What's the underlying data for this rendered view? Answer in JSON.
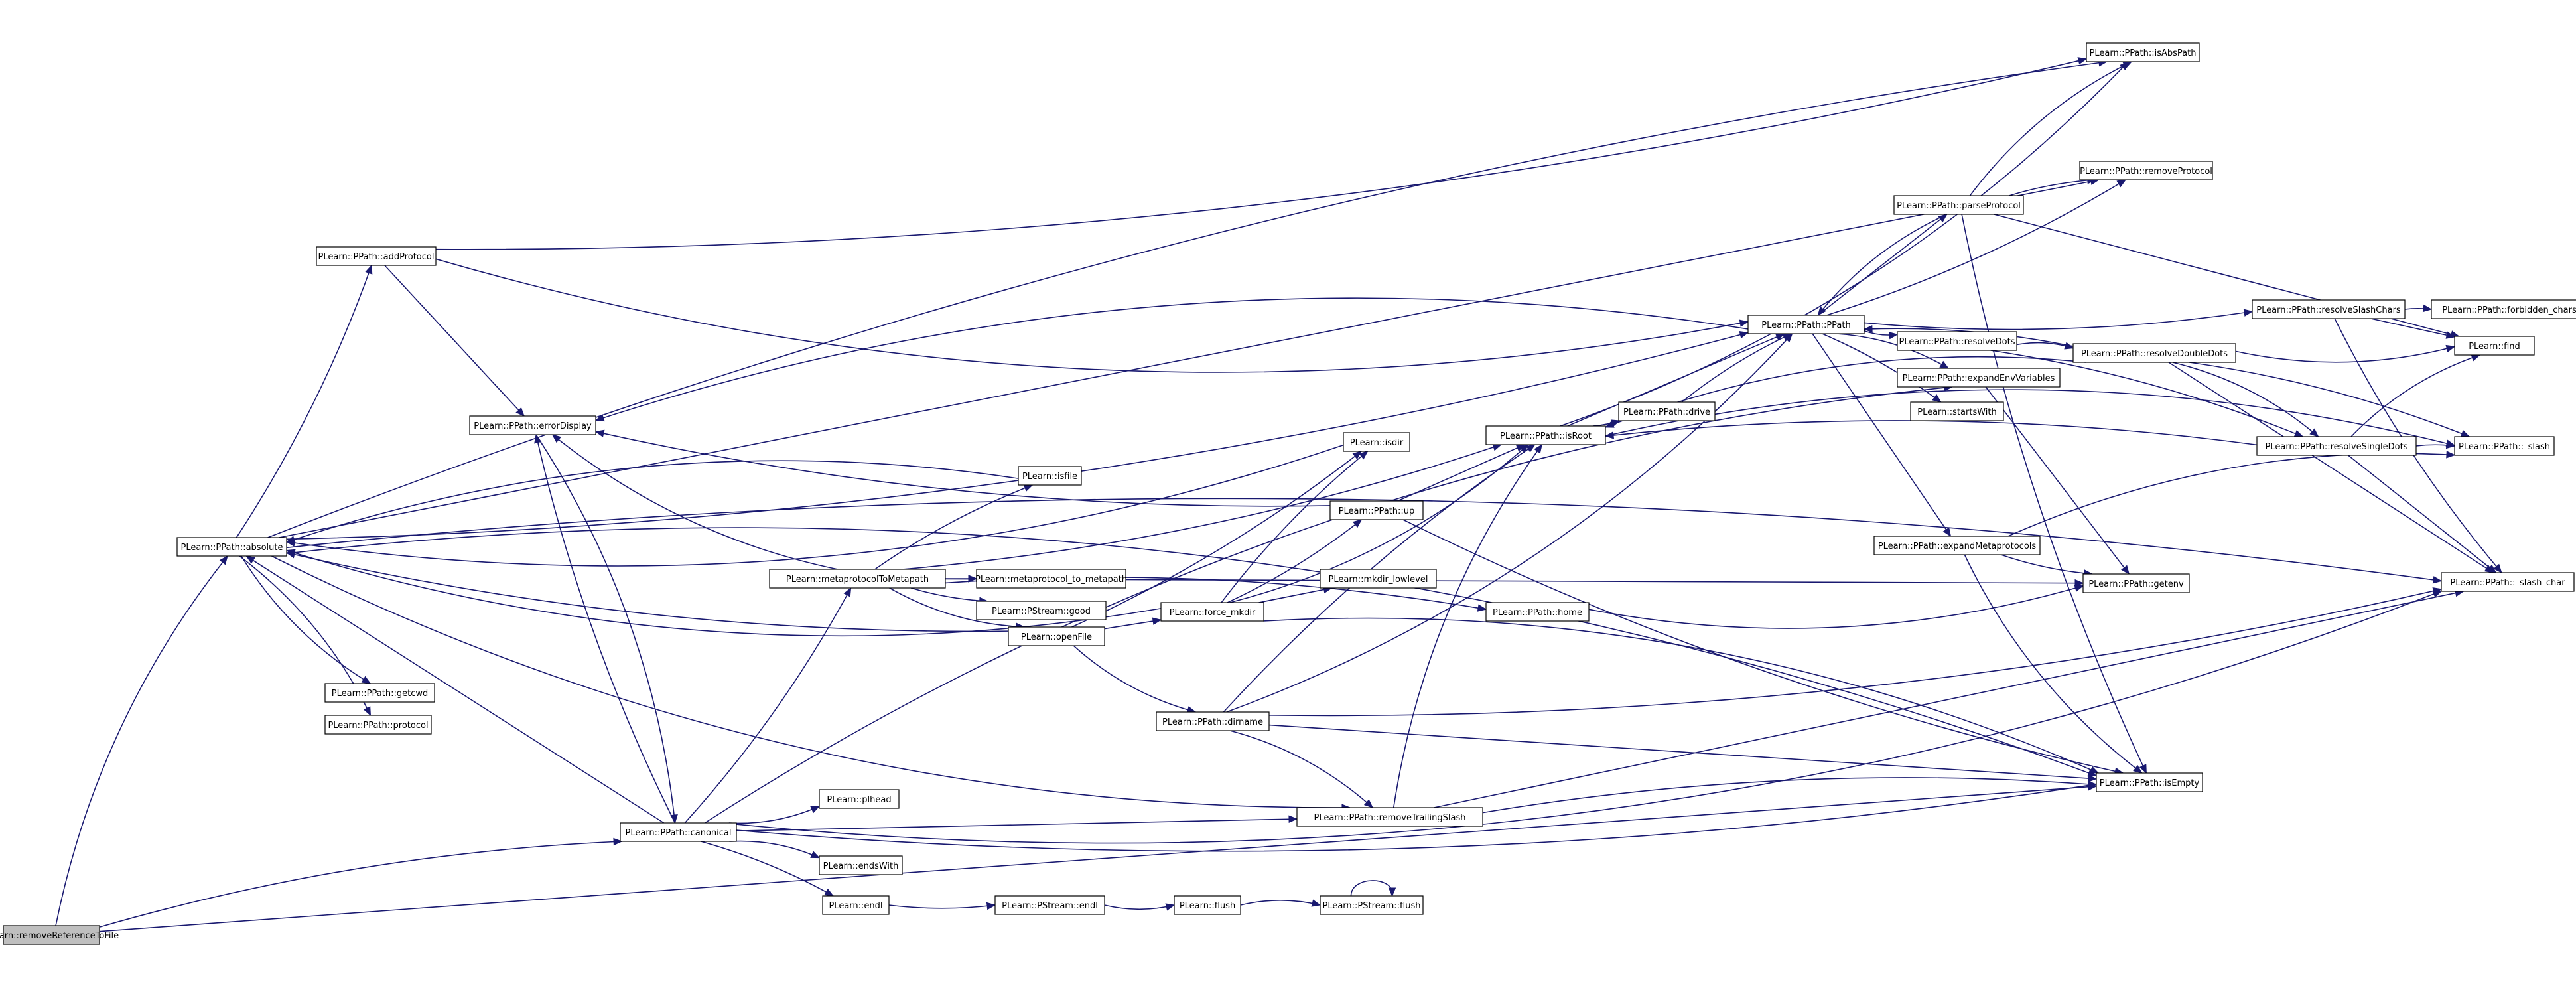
{
  "diagram": {
    "colors": {
      "edge": "#191970",
      "node_border": "#000000",
      "root_fill": "#bfbfbf",
      "node_fill": "#ffffff",
      "background": "#ffffff"
    },
    "nodes": [
      {
        "id": "removeReferenceToFile",
        "label": "PLearn::removeReferenceToFile",
        "root": true
      },
      {
        "id": "absolute",
        "label": "PLearn::PPath::absolute"
      },
      {
        "id": "addProtocol",
        "label": "PLearn::PPath::addProtocol"
      },
      {
        "id": "errorDisplay",
        "label": "PLearn::PPath::errorDisplay"
      },
      {
        "id": "getcwd",
        "label": "PLearn::PPath::getcwd"
      },
      {
        "id": "protocol",
        "label": "PLearn::PPath::protocol"
      },
      {
        "id": "canonical",
        "label": "PLearn::PPath::canonical"
      },
      {
        "id": "isfile",
        "label": "PLearn::isfile"
      },
      {
        "id": "metaprotocolToMetapath",
        "label": "PLearn::metaprotocolToMetapath"
      },
      {
        "id": "metaprotocol_to_metapath",
        "label": "PLearn::metaprotocol_to_metapath"
      },
      {
        "id": "good",
        "label": "PLearn::PStream::good"
      },
      {
        "id": "openFile",
        "label": "PLearn::openFile"
      },
      {
        "id": "force_mkdir",
        "label": "PLearn::force_mkdir"
      },
      {
        "id": "mkdir_lowlevel",
        "label": "PLearn::mkdir_lowlevel"
      },
      {
        "id": "isdir",
        "label": "PLearn::isdir"
      },
      {
        "id": "up",
        "label": "PLearn::PPath::up"
      },
      {
        "id": "home",
        "label": "PLearn::PPath::home"
      },
      {
        "id": "dirname",
        "label": "PLearn::PPath::dirname"
      },
      {
        "id": "removeTrailingSlash",
        "label": "PLearn::PPath::removeTrailingSlash"
      },
      {
        "id": "pathead",
        "label": "PLearn::plhead"
      },
      {
        "id": "endsWith",
        "label": "PLearn::endsWith"
      },
      {
        "id": "endl",
        "label": "PLearn::endl"
      },
      {
        "id": "pstream_endl",
        "label": "PLearn::PStream::endl"
      },
      {
        "id": "flush",
        "label": "PLearn::flush"
      },
      {
        "id": "pstream_flush",
        "label": "PLearn::PStream::flush"
      },
      {
        "id": "PPath",
        "label": "PLearn::PPath::PPath"
      },
      {
        "id": "drive",
        "label": "PLearn::PPath::drive"
      },
      {
        "id": "isRoot",
        "label": "PLearn::PPath::isRoot"
      },
      {
        "id": "parseProtocol",
        "label": "PLearn::PPath::parseProtocol"
      },
      {
        "id": "resolveDots",
        "label": "PLearn::PPath::resolveDots"
      },
      {
        "id": "expandEnvVariables",
        "label": "PLearn::PPath::expandEnvVariables"
      },
      {
        "id": "startsWith",
        "label": "PLearn::startsWith"
      },
      {
        "id": "expandMetaprotocols",
        "label": "PLearn::PPath::expandMetaprotocols"
      },
      {
        "id": "isAbsPath",
        "label": "PLearn::PPath::isAbsPath"
      },
      {
        "id": "removeProtocol",
        "label": "PLearn::PPath::removeProtocol"
      },
      {
        "id": "getenv",
        "label": "PLearn::PPath::getenv"
      },
      {
        "id": "isEmpty",
        "label": "PLearn::PPath::isEmpty"
      },
      {
        "id": "resolveSlashChars",
        "label": "PLearn::PPath::resolveSlashChars"
      },
      {
        "id": "resolveDoubleDots",
        "label": "PLearn::PPath::resolveDoubleDots"
      },
      {
        "id": "resolveSingleDots",
        "label": "PLearn::PPath::resolveSingleDots"
      },
      {
        "id": "forbidden_chars",
        "label": "PLearn::PPath::forbidden_chars"
      },
      {
        "id": "find",
        "label": "PLearn::find"
      },
      {
        "id": "slash",
        "label": "PLearn::PPath::_slash"
      },
      {
        "id": "slash_char",
        "label": "PLearn::PPath::_slash_char"
      }
    ],
    "edges": [
      [
        "removeReferenceToFile",
        "absolute"
      ],
      [
        "removeReferenceToFile",
        "canonical"
      ],
      [
        "removeReferenceToFile",
        "isEmpty"
      ],
      [
        "absolute",
        "addProtocol"
      ],
      [
        "absolute",
        "getcwd"
      ],
      [
        "absolute",
        "protocol"
      ],
      [
        "absolute",
        "isAbsPath"
      ],
      [
        "absolute",
        "removeProtocol"
      ],
      [
        "absolute",
        "PPath"
      ],
      [
        "absolute",
        "removeTrailingSlash"
      ],
      [
        "absolute",
        "isEmpty"
      ],
      [
        "absolute",
        "slash_char"
      ],
      [
        "addProtocol",
        "errorDisplay"
      ],
      [
        "addProtocol",
        "isAbsPath"
      ],
      [
        "addProtocol",
        "PPath"
      ],
      [
        "errorDisplay",
        "canonical"
      ],
      [
        "canonical",
        "errorDisplay"
      ],
      [
        "canonical",
        "absolute"
      ],
      [
        "canonical",
        "metaprotocolToMetapath"
      ],
      [
        "canonical",
        "pathead"
      ],
      [
        "canonical",
        "endsWith"
      ],
      [
        "canonical",
        "endl"
      ],
      [
        "canonical",
        "removeTrailingSlash"
      ],
      [
        "canonical",
        "isEmpty"
      ],
      [
        "canonical",
        "slash_char"
      ],
      [
        "canonical",
        "expandEnvVariables"
      ],
      [
        "metaprotocolToMetapath",
        "isfile"
      ],
      [
        "metaprotocolToMetapath",
        "metaprotocol_to_metapath"
      ],
      [
        "metaprotocolToMetapath",
        "good"
      ],
      [
        "metaprotocolToMetapath",
        "openFile"
      ],
      [
        "metaprotocolToMetapath",
        "errorDisplay"
      ],
      [
        "metaprotocolToMetapath",
        "home"
      ],
      [
        "metaprotocolToMetapath",
        "getenv"
      ],
      [
        "metaprotocolToMetapath",
        "isRoot"
      ],
      [
        "isfile",
        "absolute"
      ],
      [
        "isdir",
        "absolute"
      ],
      [
        "openFile",
        "absolute"
      ],
      [
        "openFile",
        "force_mkdir"
      ],
      [
        "openFile",
        "isdir"
      ],
      [
        "openFile",
        "dirname"
      ],
      [
        "force_mkdir",
        "absolute"
      ],
      [
        "force_mkdir",
        "isdir"
      ],
      [
        "force_mkdir",
        "mkdir_lowlevel"
      ],
      [
        "force_mkdir",
        "up"
      ],
      [
        "force_mkdir",
        "isRoot"
      ],
      [
        "force_mkdir",
        "isEmpty"
      ],
      [
        "up",
        "errorDisplay"
      ],
      [
        "up",
        "isRoot"
      ],
      [
        "up",
        "isEmpty"
      ],
      [
        "home",
        "getenv"
      ],
      [
        "dirname",
        "removeTrailingSlash"
      ],
      [
        "dirname",
        "isRoot"
      ],
      [
        "dirname",
        "isEmpty"
      ],
      [
        "dirname",
        "slash_char"
      ],
      [
        "dirname",
        "PPath"
      ],
      [
        "removeTrailingSlash",
        "isRoot"
      ],
      [
        "removeTrailingSlash",
        "isEmpty"
      ],
      [
        "removeTrailingSlash",
        "slash_char"
      ],
      [
        "endl",
        "pstream_endl"
      ],
      [
        "pstream_endl",
        "flush"
      ],
      [
        "flush",
        "pstream_flush"
      ],
      [
        "pstream_flush",
        "pstream_flush"
      ],
      [
        "isRoot",
        "PPath"
      ],
      [
        "isRoot",
        "drive"
      ],
      [
        "isRoot",
        "isAbsPath"
      ],
      [
        "isRoot",
        "slash"
      ],
      [
        "drive",
        "PPath"
      ],
      [
        "PPath",
        "parseProtocol"
      ],
      [
        "PPath",
        "resolveSlashChars"
      ],
      [
        "PPath",
        "resolveDots"
      ],
      [
        "PPath",
        "expandEnvVariables"
      ],
      [
        "PPath",
        "startsWith"
      ],
      [
        "PPath",
        "expandMetaprotocols"
      ],
      [
        "PPath",
        "removeProtocol"
      ],
      [
        "PPath",
        "errorDisplay"
      ],
      [
        "parseProtocol",
        "isAbsPath"
      ],
      [
        "parseProtocol",
        "removeProtocol"
      ],
      [
        "parseProtocol",
        "find"
      ],
      [
        "parseProtocol",
        "isEmpty"
      ],
      [
        "parseProtocol",
        "PPath"
      ],
      [
        "resolveDots",
        "resolveDoubleDots"
      ],
      [
        "resolveDots",
        "resolveSingleDots"
      ],
      [
        "expandEnvVariables",
        "getenv"
      ],
      [
        "expandMetaprotocols",
        "getenv"
      ],
      [
        "expandMetaprotocols",
        "isEmpty"
      ],
      [
        "expandMetaprotocols",
        "slash"
      ],
      [
        "resolveSlashChars",
        "forbidden_chars"
      ],
      [
        "resolveSlashChars",
        "find"
      ],
      [
        "resolveSlashChars",
        "slash_char"
      ],
      [
        "resolveDoubleDots",
        "find"
      ],
      [
        "resolveDoubleDots",
        "resolveSingleDots"
      ],
      [
        "resolveDoubleDots",
        "slash"
      ],
      [
        "resolveDoubleDots",
        "slash_char"
      ],
      [
        "resolveDoubleDots",
        "PPath"
      ],
      [
        "resolveDoubleDots",
        "isRoot"
      ],
      [
        "resolveSingleDots",
        "find"
      ],
      [
        "resolveSingleDots",
        "slash"
      ],
      [
        "resolveSingleDots",
        "slash_char"
      ],
      [
        "resolveSingleDots",
        "isRoot"
      ]
    ]
  }
}
